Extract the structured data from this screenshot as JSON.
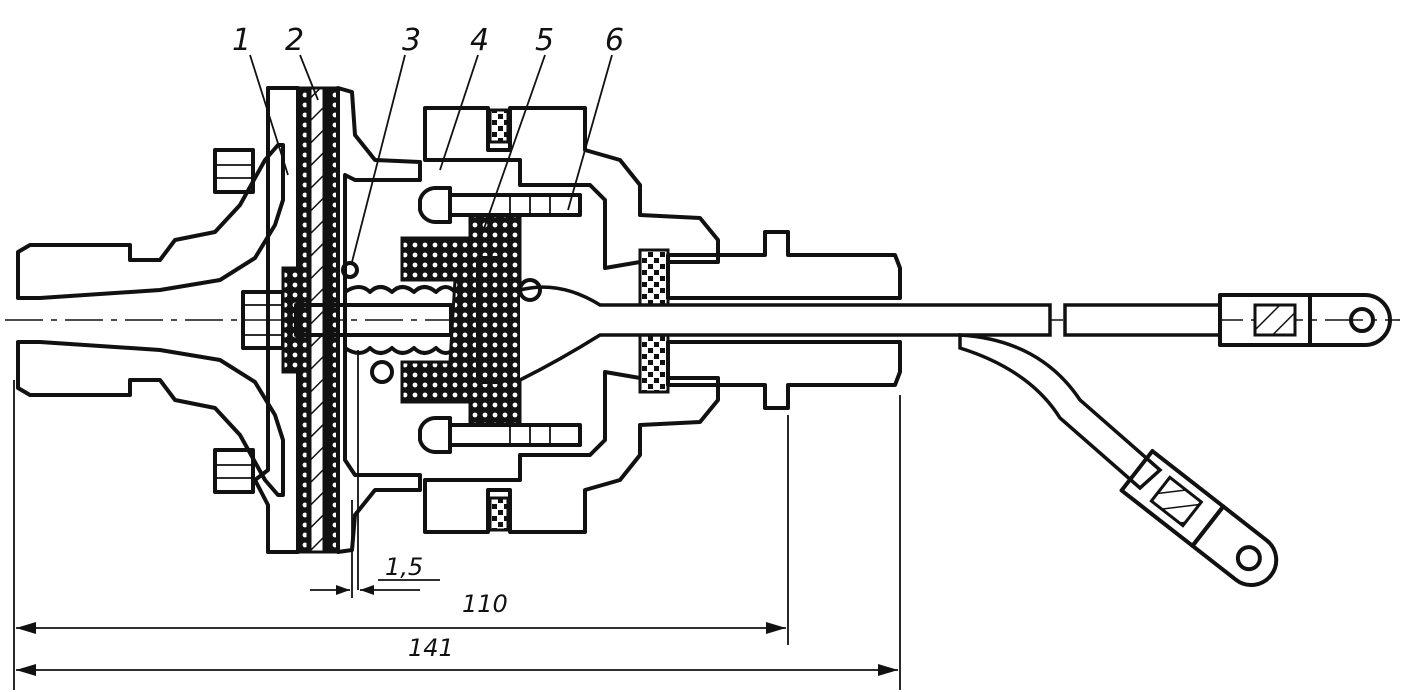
{
  "part_labels": [
    "1",
    "2",
    "3",
    "4",
    "5",
    "6"
  ],
  "dimensions": {
    "gap": "1,5",
    "length_inner": "110",
    "length_overall": "141"
  }
}
